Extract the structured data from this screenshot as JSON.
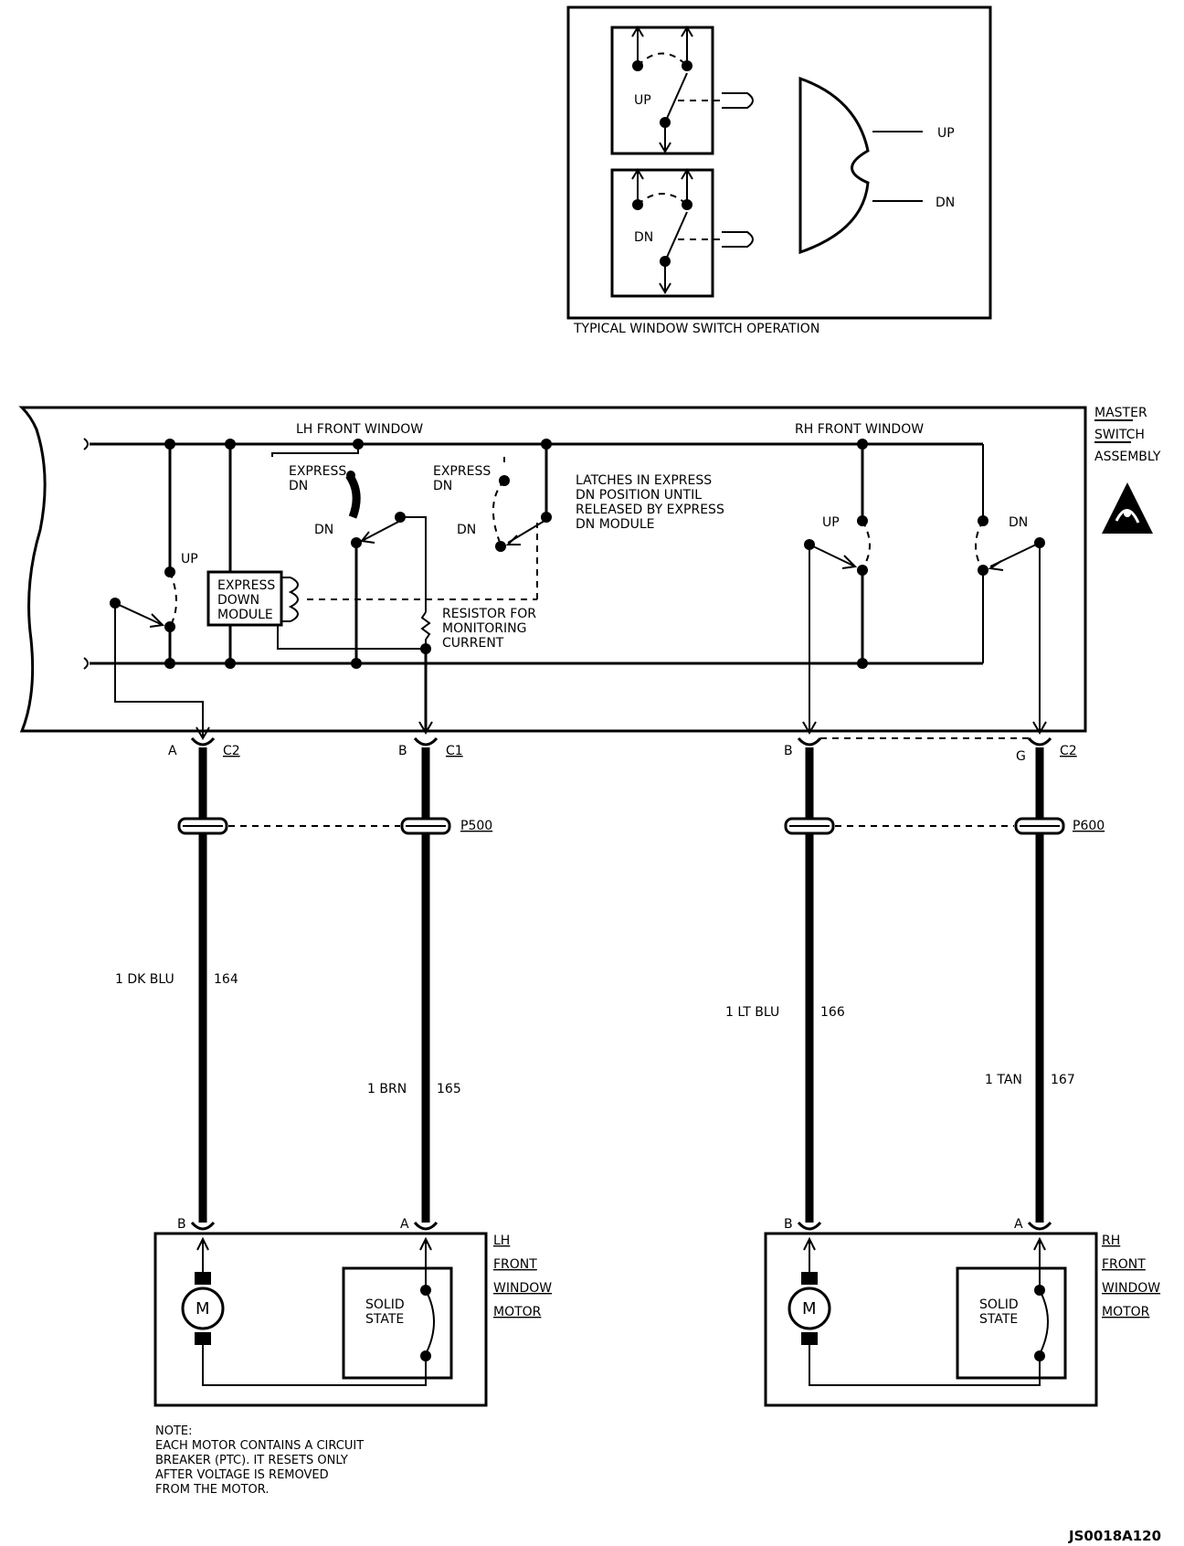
{
  "inset": {
    "caption": "TYPICAL WINDOW SWITCH OPERATION",
    "up_switch_label": "UP",
    "dn_switch_label": "DN",
    "knob_up_label": "UP",
    "knob_dn_label": "DN"
  },
  "master": {
    "title_line1": "MASTER",
    "title_line2": "SWITCH",
    "title_line3": "ASSEMBLY",
    "lh_label": "LH FRONT WINDOW",
    "rh_label": "RH FRONT WINDOW",
    "lh_up": "UP",
    "express_dn_a1": "EXPRESS",
    "express_dn_a2": "DN",
    "express_dn_b1": "EXPRESS",
    "express_dn_b2": "DN",
    "dn_a": "DN",
    "dn_b": "DN",
    "module1": "EXPRESS",
    "module2": "DOWN",
    "module3": "MODULE",
    "latch1": "LATCHES IN EXPRESS",
    "latch2": "DN POSITION UNTIL",
    "latch3": "RELEASED BY EXPRESS",
    "latch4": "DN MODULE",
    "resistor1": "RESISTOR FOR",
    "resistor2": "MONITORING",
    "resistor3": "CURRENT",
    "rh_up": "UP",
    "rh_dn": "DN"
  },
  "connectors": [
    {
      "pin": "A",
      "conn": "C2"
    },
    {
      "pin": "B",
      "conn": "C1"
    },
    {
      "pin": "B",
      "conn": ""
    },
    {
      "pin": "G",
      "conn": "C2"
    }
  ],
  "passthroughs": [
    "P500",
    "P600"
  ],
  "wires": [
    {
      "label": "1 DK BLU",
      "circuit": "164"
    },
    {
      "label": "1 BRN",
      "circuit": "165"
    },
    {
      "label": "1 LT BLU",
      "circuit": "166"
    },
    {
      "label": "1 TAN",
      "circuit": "167"
    }
  ],
  "motors": [
    {
      "pin_left": "B",
      "pin_right": "A",
      "motor_symbol": "M",
      "solid1": "SOLID",
      "solid2": "STATE",
      "title1": "LH",
      "title2": "FRONT",
      "title3": "WINDOW",
      "title4": "MOTOR"
    },
    {
      "pin_left": "B",
      "pin_right": "A",
      "motor_symbol": "M",
      "solid1": "SOLID",
      "solid2": "STATE",
      "title1": "RH",
      "title2": "FRONT",
      "title3": "WINDOW",
      "title4": "MOTOR"
    }
  ],
  "note": {
    "line1": "NOTE:",
    "line2": "EACH MOTOR CONTAINS A CIRCUIT",
    "line3": "BREAKER (PTC). IT RESETS ONLY",
    "line4": "AFTER VOLTAGE IS REMOVED",
    "line5": "FROM THE MOTOR."
  },
  "figure_id": "JS0018A120"
}
